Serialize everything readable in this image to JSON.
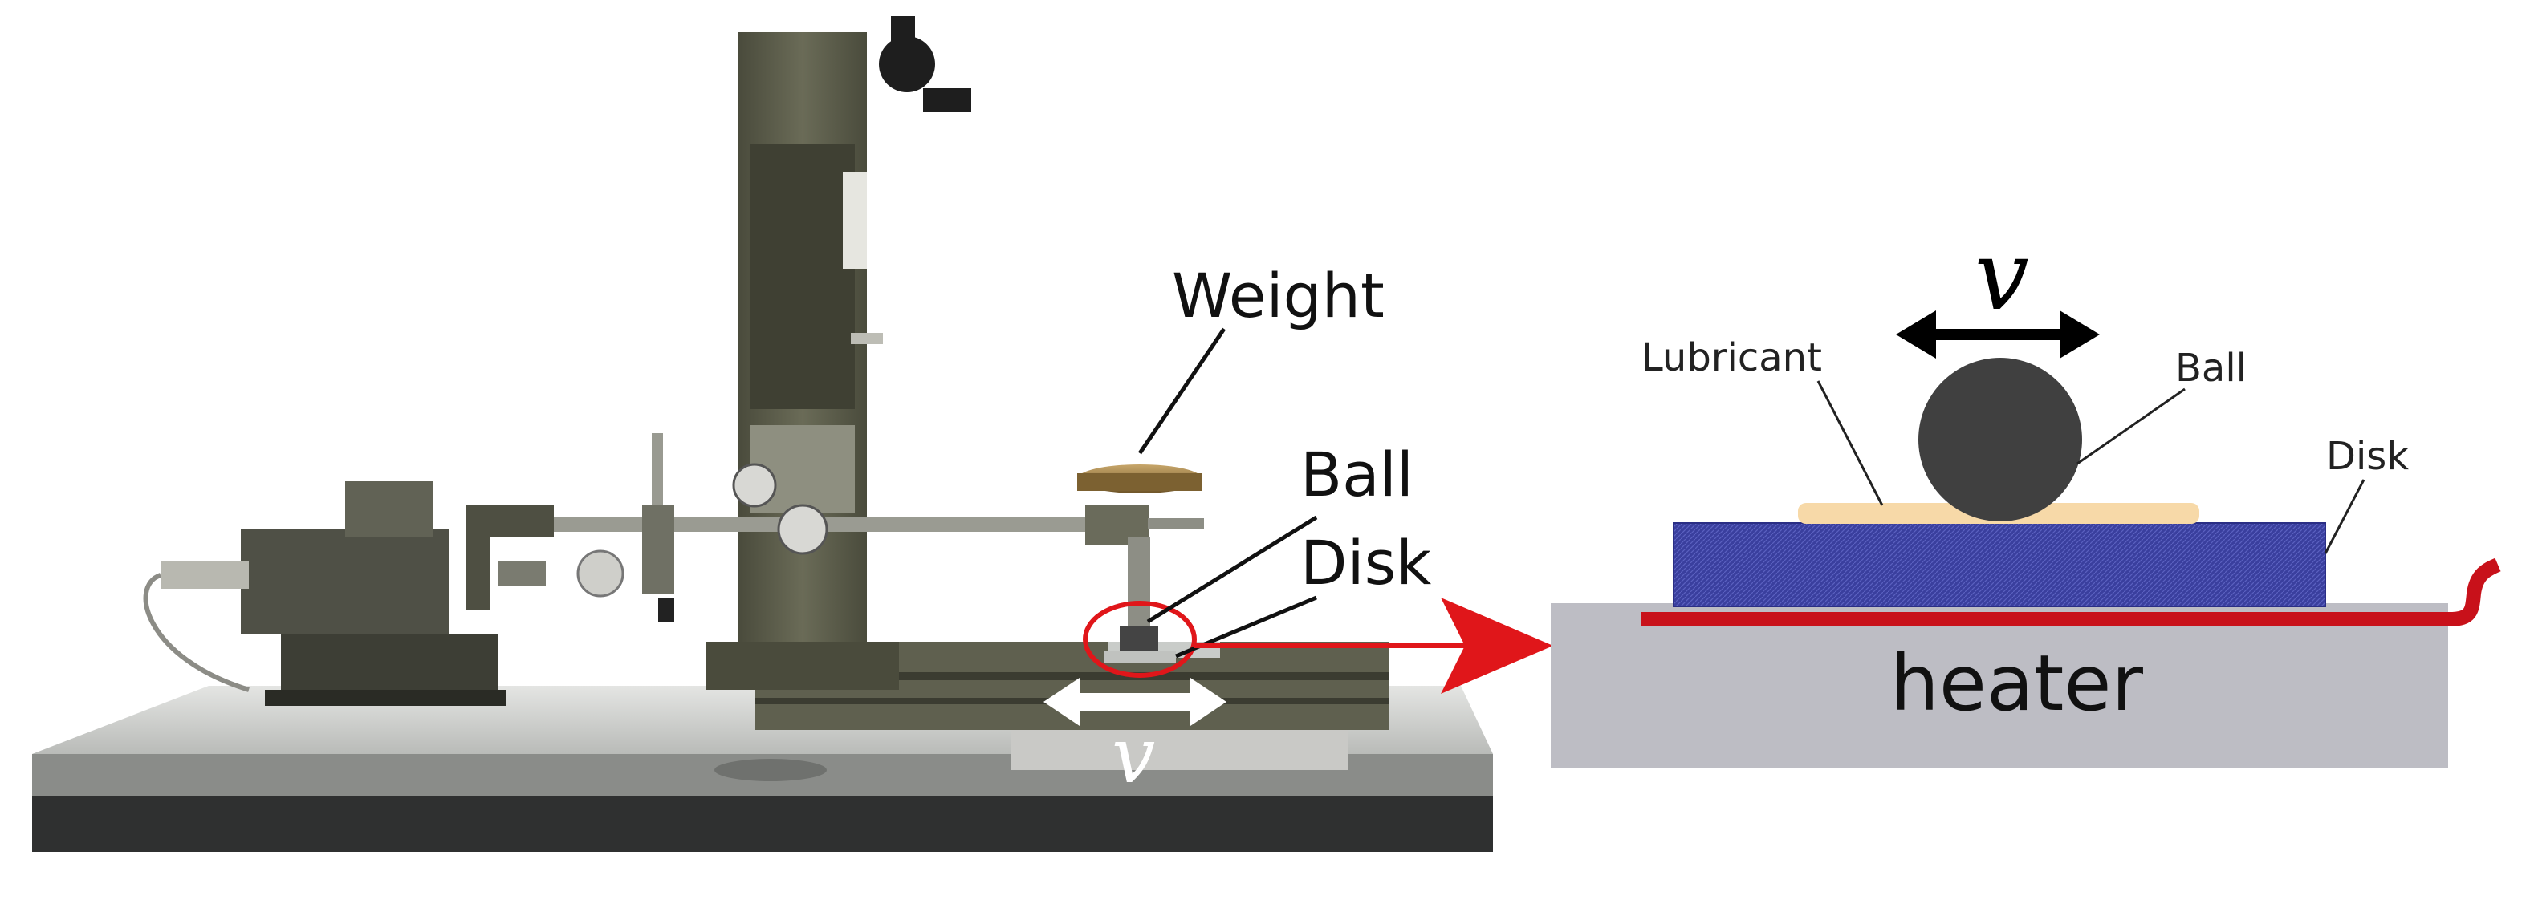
{
  "photo": {
    "labels": {
      "weight": "Weight",
      "ball": "Ball",
      "disk": "Disk",
      "velocity": "v"
    }
  },
  "schematic": {
    "labels": {
      "velocity": "v",
      "lubricant": "Lubricant",
      "ball": "Ball",
      "disk": "Disk",
      "heater": "heater"
    }
  },
  "colors": {
    "highlight_red": "#e0161a",
    "disk_blue": "#3a3f9e",
    "heater_gray": "#bdbdc4",
    "heater_wire": "#c8111a",
    "lubricant": "#f7d9a8",
    "ball": "#404040",
    "machine_olive": "#5c5d4b",
    "base_plate": "#cfd1cf"
  },
  "icons": {
    "velocity_arrow_photo": "double-headed-arrow",
    "velocity_arrow_schematic": "double-headed-arrow",
    "link_arrow": "right-arrow"
  }
}
